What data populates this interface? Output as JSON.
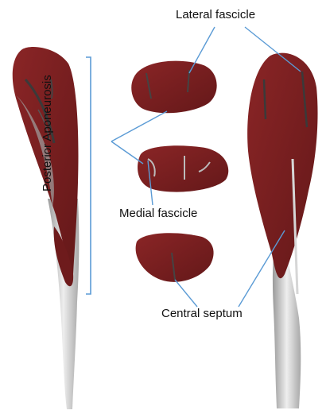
{
  "labels": {
    "lateral_fascicle": "Lateral fascicle",
    "medial_fascicle": "Medial fascicle",
    "central_septum": "Central septum",
    "posterior_aponeurosis": "Posterior Aponeurosis"
  },
  "colors": {
    "muscle": "#7a1f20",
    "muscle_dark": "#5e1516",
    "tendon": "#d9d9d9",
    "leader_line": "#5b9bd5",
    "text": "#111111"
  }
}
